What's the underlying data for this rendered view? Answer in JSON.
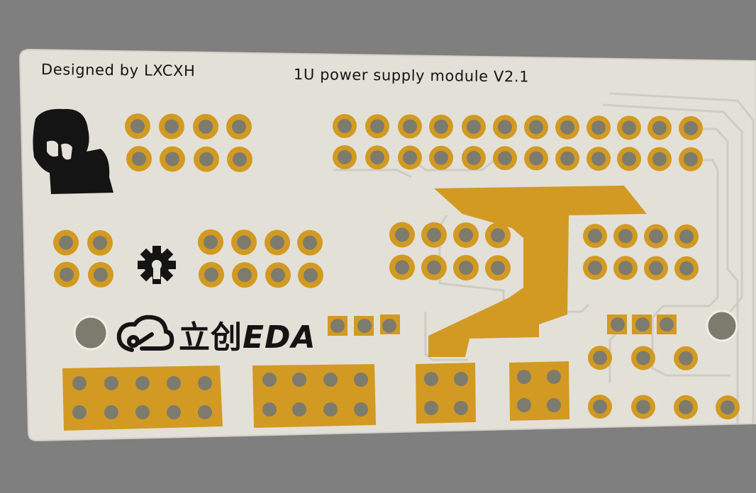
{
  "board": {
    "designer_label": "Designed by LXCXH",
    "module_label": "1U power supply module V2.1",
    "logo_cn": "立创",
    "logo_eda": "EDA",
    "colors": {
      "background": "#7f7f7f",
      "board": "#e3e0d8",
      "pad": "#d29a22",
      "drill": "#7d7b6d",
      "silkscreen": "#141414",
      "trace": "#ccc9c1"
    }
  },
  "icons": {
    "avatar": "anime-character-silkscreen-logo",
    "gear": "open-hardware-gear-icon",
    "cloud": "cloud-logo-icon",
    "mounting": "mounting-hole-icon"
  }
}
